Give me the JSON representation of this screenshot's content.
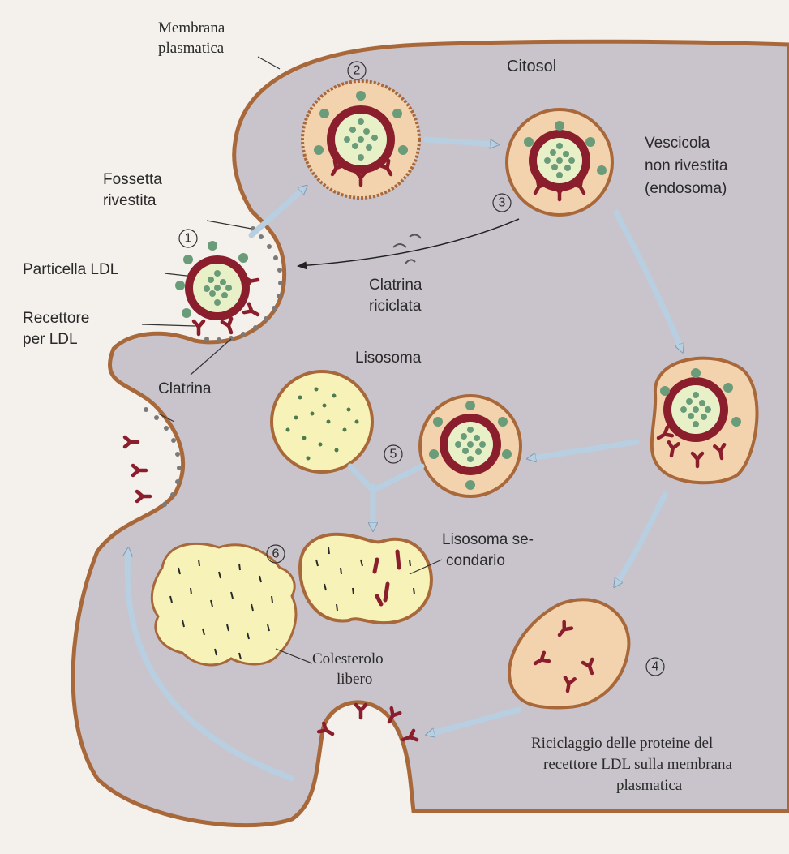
{
  "labels": {
    "membrana": [
      "Membrana",
      "plasmatica"
    ],
    "citosol": "Citosol",
    "vescicola": [
      "Vescicola",
      "non rivestita",
      "(endosoma)"
    ],
    "fossetta": [
      "Fossetta",
      "rivestita"
    ],
    "particella": "Particella LDL",
    "recettore": [
      "Recettore",
      "per LDL"
    ],
    "clatrina": "Clatrina",
    "clatrina_riciclata": [
      "Clatrina",
      "riciclata"
    ],
    "lisosoma": "Lisosoma",
    "lisosoma_secondario": [
      "Lisosoma se-",
      "condario"
    ],
    "colesterolo": [
      "Colesterolo",
      "libero"
    ],
    "riciclaggio": [
      "Riciclaggio delle proteine del",
      "recettore LDL sulla membrana",
      "plasmatica"
    ]
  },
  "steps": [
    "1",
    "2",
    "3",
    "4",
    "5",
    "6"
  ],
  "colors": {
    "cytosol": "#c9c4cc",
    "membrane": "#a8683a",
    "vesicle_fill": "#f3d3ad",
    "receptor": "#8b1e2c",
    "ldl_core": "#e8f0c8",
    "apoprotein": "#6a9c7a",
    "lysosome_fill": "#f7f3b8",
    "arrow": "#b7cfe0",
    "arrow_edge": "#7d9cb4"
  }
}
